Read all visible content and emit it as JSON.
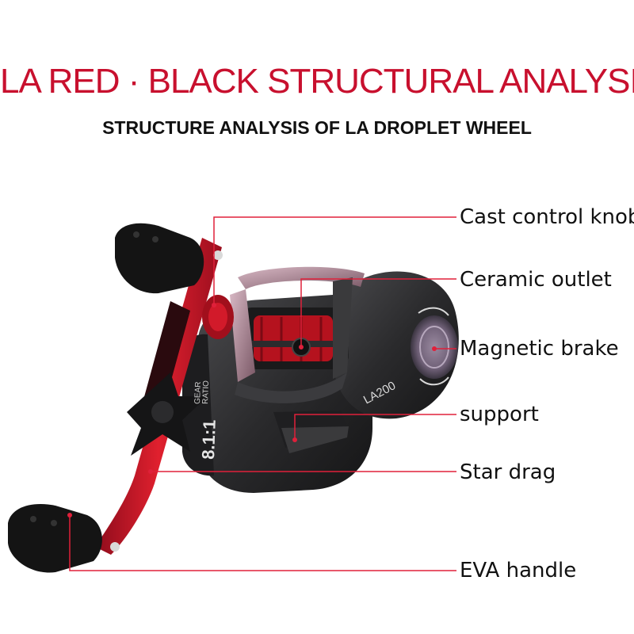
{
  "header": {
    "title": "LA RED · BLACK STRUCTURAL ANALYSIS",
    "subtitle": "STRUCTURE ANALYSIS OF LA DROPLET WHEEL"
  },
  "reel": {
    "gear_ratio_value": "8.1:1",
    "gear_ratio_word1": "GEAR",
    "gear_ratio_word2": "RATIO",
    "model": "LA200"
  },
  "callouts": [
    {
      "id": "cast-control-knob",
      "label": "Cast control knob"
    },
    {
      "id": "ceramic-outlet",
      "label": "Ceramic outlet"
    },
    {
      "id": "magnetic-brake",
      "label": "Magnetic brake"
    },
    {
      "id": "support",
      "label": "support"
    },
    {
      "id": "star-drag",
      "label": "Star drag"
    },
    {
      "id": "eva-handle",
      "label": "EVA handle"
    }
  ],
  "colors": {
    "accent_red": "#c8102e",
    "leader_line": "#e0203a",
    "reel_body": "#2c2c2e"
  }
}
